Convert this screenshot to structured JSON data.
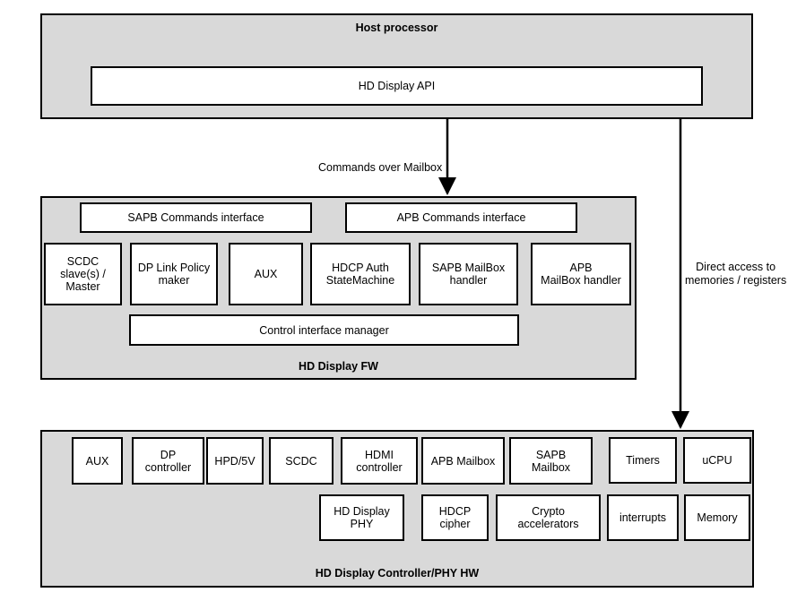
{
  "host": {
    "title": "Host processor",
    "api": "HD Display API"
  },
  "arrows": {
    "commands": "Commands over Mailbox",
    "direct": "Direct access to\nmemories / registers"
  },
  "fw": {
    "title": "HD Display FW",
    "sapb_commands": "SAPB Commands interface",
    "apb_commands": "APB Commands interface",
    "scdc": "SCDC\nslave(s) /\nMaster",
    "dp_link": "DP Link Policy\nmaker",
    "aux": "AUX",
    "hdcp_auth": "HDCP Auth\nStateMachine",
    "sapb_mailbox": "SAPB MailBox\nhandler",
    "apb_mailbox": "APB\nMailBox handler",
    "control_manager": "Control interface manager"
  },
  "hw": {
    "title": "HD Display Controller/PHY  HW",
    "aux": "AUX",
    "dp_controller": "DP\ncontroller",
    "hpd": "HPD/5V",
    "scdc": "SCDC",
    "hdmi_controller": "HDMI\ncontroller",
    "apb_mailbox": "APB Mailbox",
    "sapb_mailbox": "SAPB\nMailbox",
    "timers": "Timers",
    "ucpu": "uCPU",
    "phy": "HD Display\nPHY",
    "hdcp_cipher": "HDCP\ncipher",
    "crypto": "Crypto\naccelerators",
    "interrupts": "interrupts",
    "memory": "Memory"
  }
}
